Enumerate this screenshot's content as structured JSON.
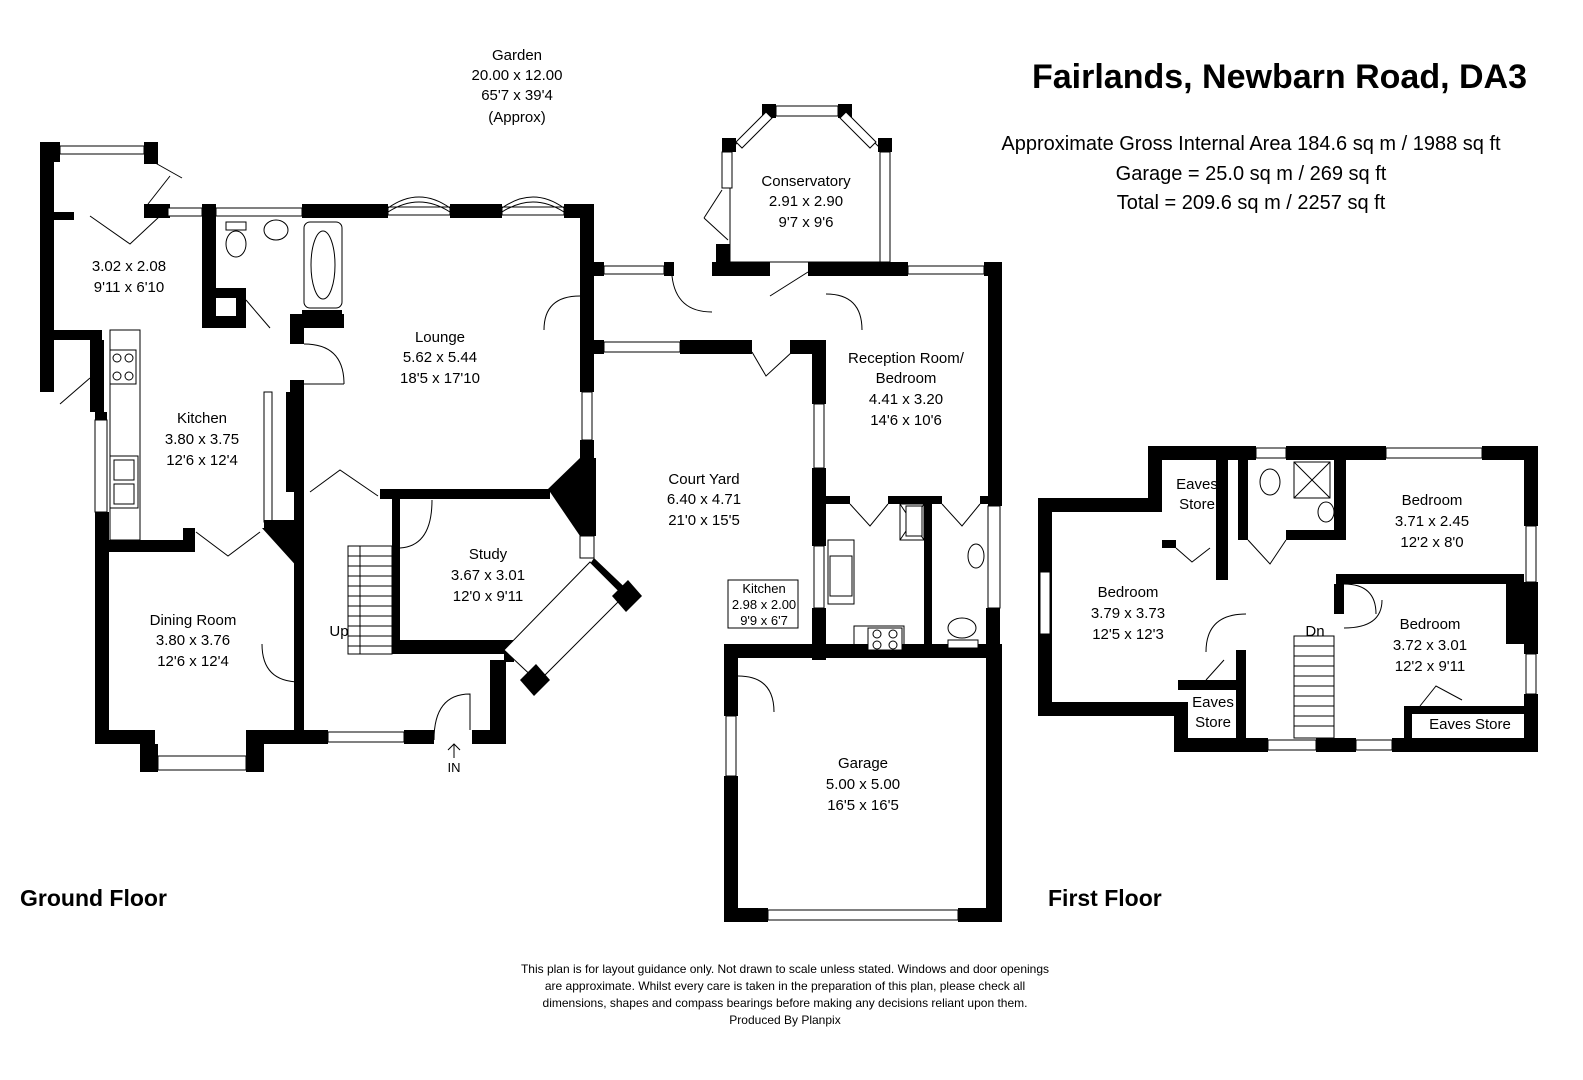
{
  "title": "Fairlands, Newbarn Road, DA3",
  "areas": {
    "gross": "Approximate Gross Internal Area 184.6 sq m / 1988 sq ft",
    "garage": "Garage = 25.0 sq m / 269 sq ft",
    "total": "Total = 209.6 sq m / 2257 sq ft"
  },
  "floors": {
    "ground": "Ground Floor",
    "first": "First Floor"
  },
  "garden": {
    "name": "Garden",
    "metric": "20.00 x 12.00",
    "imperial": "65'7 x 39'4",
    "note": "(Approx)"
  },
  "rooms": {
    "utility": {
      "metric": "3.02 x 2.08",
      "imperial": "9'11 x 6'10"
    },
    "lounge": {
      "name": "Lounge",
      "metric": "5.62 x 5.44",
      "imperial": "18'5 x 17'10"
    },
    "conservatory": {
      "name": "Conservatory",
      "metric": "2.91 x 2.90",
      "imperial": "9'7 x 9'6"
    },
    "reception": {
      "name1": "Reception Room/",
      "name2": "Bedroom",
      "metric": "4.41 x 3.20",
      "imperial": "14'6 x 10'6"
    },
    "kitchen": {
      "name": "Kitchen",
      "metric": "3.80 x 3.75",
      "imperial": "12'6 x 12'4"
    },
    "courtyard": {
      "name": "Court Yard",
      "metric": "6.40 x 4.71",
      "imperial": "21'0 x 15'5"
    },
    "study": {
      "name": "Study",
      "metric": "3.67 x 3.01",
      "imperial": "12'0 x 9'11"
    },
    "kitchen2": {
      "name": "Kitchen",
      "metric": "2.98 x 2.00",
      "imperial": "9'9 x 6'7"
    },
    "dining": {
      "name": "Dining Room",
      "metric": "3.80 x 3.76",
      "imperial": "12'6 x 12'4"
    },
    "garage": {
      "name": "Garage",
      "metric": "5.00 x 5.00",
      "imperial": "16'5 x 16'5"
    },
    "bed1": {
      "name": "Bedroom",
      "metric": "3.79 x 3.73",
      "imperial": "12'5 x 12'3"
    },
    "bed2": {
      "name": "Bedroom",
      "metric": "3.71 x 2.45",
      "imperial": "12'2 x 8'0"
    },
    "bed3": {
      "name": "Bedroom",
      "metric": "3.72 x 3.01",
      "imperial": "12'2 x 9'11"
    }
  },
  "eaves": {
    "store1a": "Eaves",
    "store1b": "Store",
    "store2a": "Eaves",
    "store2b": "Store",
    "store3": "Eaves Store"
  },
  "labels": {
    "up": "Up",
    "dn": "Dn",
    "entrance": "IN"
  },
  "disclaimer": {
    "line1": "This plan is for layout guidance only. Not drawn to scale unless stated. Windows and door openings",
    "line2": "are approximate. Whilst every care is taken in the preparation of this plan, please check all",
    "line3": "dimensions, shapes and compass bearings before making any decisions reliant upon them.",
    "line4": "Produced By Planpix"
  }
}
